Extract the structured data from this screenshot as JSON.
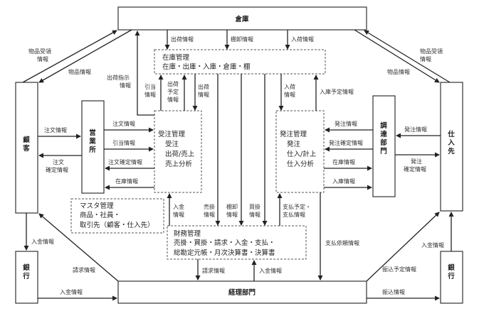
{
  "entities": {
    "warehouse": "倉庫",
    "customer": "顧客",
    "sales_office": "営業所",
    "procurement": "調達部門",
    "supplier": "仕入先",
    "bank_left": "銀行",
    "bank_right": "銀行",
    "accounting": "経理部門"
  },
  "modules": {
    "inventory": {
      "title": "在庫管理",
      "lines": [
        "在庫・出庫・入庫・倉庫・棚"
      ]
    },
    "order_receiving": {
      "title": "受注管理",
      "lines": [
        "受注",
        "出荷/売上",
        "売上分析"
      ]
    },
    "purchasing": {
      "title": "発注管理",
      "lines": [
        "発注",
        "仕入/計上",
        "仕入分析"
      ]
    },
    "master": {
      "title": "マスタ管理",
      "lines": [
        "商品・社員・",
        "取引先（顧客・仕入先）"
      ]
    },
    "finance": {
      "title": "財務管理",
      "lines": [
        "売掛・買掛・請求・入金・支払・",
        "総勘定元帳・月次決算書・決算書"
      ]
    }
  },
  "flows": {
    "wh_goods_receipt_left": [
      "物品受領",
      "情報"
    ],
    "wh_goods_info_left": "物品情報",
    "wh_goods_receipt_right": [
      "物品受領",
      "情報"
    ],
    "wh_goods_info_right": "物品情報",
    "shipping_instruction": [
      "出荷指示",
      "情報"
    ],
    "wh_to_inv_shipping": "出荷情報",
    "wh_to_inv_stocktake": "棚卸情報",
    "wh_to_inv_arrival": "入荷情報",
    "allocation_up": [
      "引当",
      "情報"
    ],
    "planned_shipping_up": [
      "出荷",
      "予定",
      "情報"
    ],
    "shipping_down": [
      "出荷",
      "情報"
    ],
    "arrival_down": [
      "入荷",
      "情報"
    ],
    "planned_receipt_up": "入庫予定情報",
    "cust_order": "注文情報",
    "cust_order_confirm": [
      "注文",
      "確定情報"
    ],
    "so_order": "注文情報",
    "so_allocation": "引当情報",
    "so_order_confirm": "注文確定情報",
    "so_stock": "在庫情報",
    "proc_order": "発注情報",
    "proc_order_confirm": "発注確定情報",
    "proc_stock": "在庫情報",
    "proc_receipt": "入庫情報",
    "sup_order": "発注情報",
    "sup_order_confirm": [
      "発注",
      "確定情報"
    ],
    "fin_deposit_up": [
      "入金",
      "情報"
    ],
    "fin_receivable": [
      "売掛",
      "情報"
    ],
    "fin_stocktake": [
      "棚卸",
      "情報"
    ],
    "fin_payable": [
      "買掛",
      "情報"
    ],
    "fin_payment_sched": [
      "支払予定・",
      "支払情報"
    ],
    "payment_request": "支払依頼情報",
    "cust_deposit_bank": "入金情報",
    "billing_diag": "請求情報",
    "bank_deposit_acct": "入金情報",
    "fin_billing_down": "請求情報",
    "acct_deposit_up": "入金情報",
    "transfer_sched": "振込予定情報",
    "transfer": "振込情報",
    "bank_deposit_sup": "入金情報"
  },
  "colors": {
    "line": "#222222",
    "box_border": "#333333",
    "dashed_border": "#555555"
  }
}
